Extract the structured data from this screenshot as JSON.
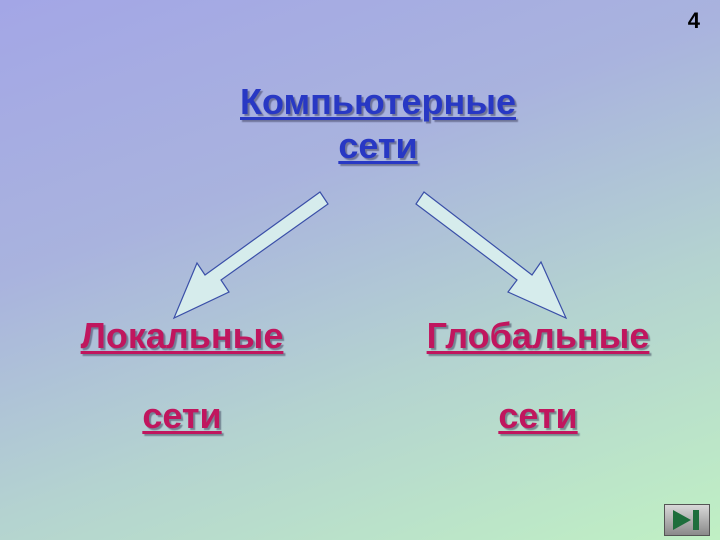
{
  "slide": {
    "number": "4",
    "title_line1": "Компьютерные",
    "title_line2": "сети"
  },
  "branches": [
    {
      "line1": "Локальные",
      "line2": "сети"
    },
    {
      "line1": "Глобальные",
      "line2": "сети"
    }
  ],
  "colors": {
    "title": "#2838c4",
    "branch_text": "#c0165e",
    "arrow_fill": "#d6ecec",
    "arrow_stroke": "#3a4fa8"
  },
  "icons": {
    "nav": "end-of-show-icon"
  }
}
